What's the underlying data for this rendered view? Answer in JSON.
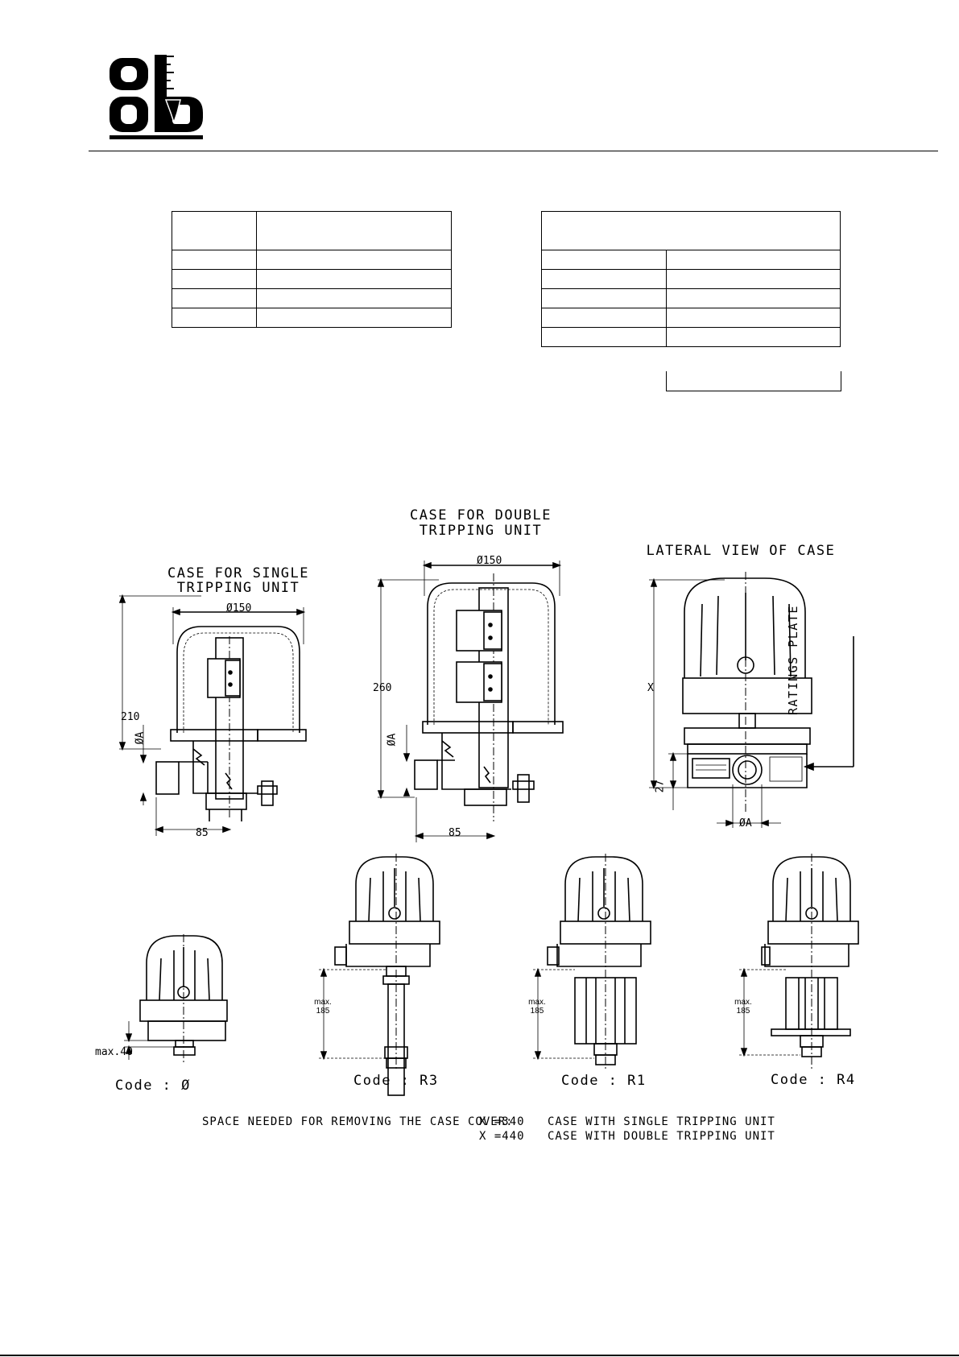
{
  "header": {
    "logo_icon": "obd-logo-icon"
  },
  "drawings": {
    "single_case_title": [
      "CASE FOR SINGLE",
      "TRIPPING UNIT"
    ],
    "double_case_title": [
      "CASE FOR DOUBLE",
      "TRIPPING UNIT"
    ],
    "lateral_title": "LATERAL VIEW OF CASE",
    "ratings_plate": "RATINGS PLATE",
    "diameter_150": "Ø150",
    "diameter_a": "ØA",
    "height_single": "210",
    "height_double": "260",
    "offset_85": "85",
    "height_x": "X",
    "height_27": "27",
    "max_40": "max.40",
    "max_185": [
      "max.",
      "185"
    ],
    "codes": {
      "zero": "Code : Ø",
      "r3": "Code : R3",
      "r1": "Code : R1",
      "r4": "Code : R4"
    }
  },
  "footer_note": {
    "label": "SPACE NEEDED FOR REMOVING THE CASE COVER:",
    "rows": [
      {
        "x": "X =340",
        "desc": "CASE WITH SINGLE TRIPPING UNIT"
      },
      {
        "x": "X =440",
        "desc": "CASE WITH DOUBLE TRIPPING UNIT"
      }
    ]
  }
}
